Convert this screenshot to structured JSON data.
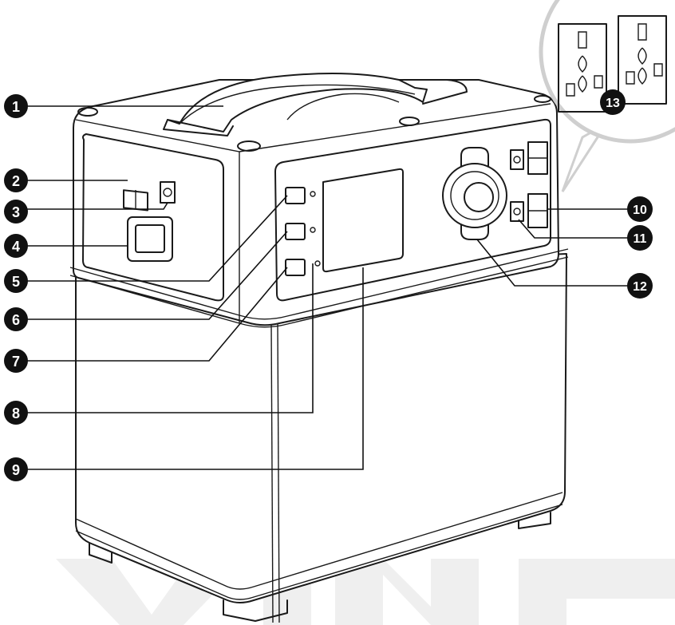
{
  "diagram": {
    "colors": {
      "line": "#1a1a1a",
      "callout": "#111111",
      "callout_text": "#ffffff",
      "watermark": "#ededed",
      "zoom_ring": "#cfcfcf"
    },
    "callouts": [
      {
        "id": "1",
        "label": "1",
        "part": "handle"
      },
      {
        "id": "2",
        "label": "2",
        "part": "anderson-port"
      },
      {
        "id": "3",
        "label": "3",
        "part": "dc-input"
      },
      {
        "id": "4",
        "label": "4",
        "part": "ac-input-switch"
      },
      {
        "id": "5",
        "label": "5",
        "part": "button-1"
      },
      {
        "id": "6",
        "label": "6",
        "part": "button-2"
      },
      {
        "id": "7",
        "label": "7",
        "part": "button-3"
      },
      {
        "id": "8",
        "label": "8",
        "part": "indicator-led"
      },
      {
        "id": "9",
        "label": "9",
        "part": "lcd-screen"
      },
      {
        "id": "10",
        "label": "10",
        "part": "usb-ports"
      },
      {
        "id": "11",
        "label": "11",
        "part": "dc-output"
      },
      {
        "id": "12",
        "label": "12",
        "part": "car-socket"
      },
      {
        "id": "13",
        "label": "13",
        "part": "ac-outlets"
      }
    ]
  }
}
